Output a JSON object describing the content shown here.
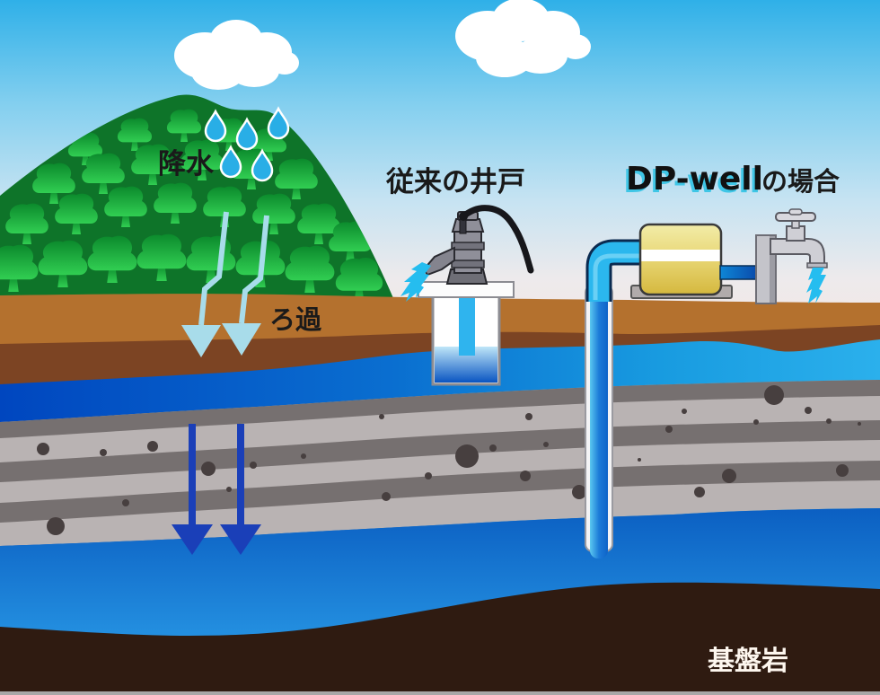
{
  "labels": {
    "rainfall": "降水",
    "filtration": "ろ過",
    "conventional_well": "従来の井戸",
    "dp_well": "DP-well",
    "dp_well_suffix": "の場合",
    "bedrock": "基盤岩"
  },
  "colors": {
    "sky_top": "#2FB0E8",
    "cloud": "#FFFFFF",
    "mountain_green": "#0E7429",
    "tree_green_dark": "#0B8A2C",
    "tree_green_light": "#31CE52",
    "rain_drop": "#29AEE6",
    "filtration_arrow": "#A8DCEA",
    "recharge_arrow": "#1A3FB8",
    "soil_light_brown": "#B4712E",
    "soil_dark_brown": "#7C4423",
    "shallow_aquifer_left": "#0046BF",
    "shallow_aquifer_right": "#2BB0EC",
    "gravel_light": "#B9B3B3",
    "gravel_dark": "#767070",
    "pebble": "#473F3F",
    "deep_aquifer_top": "#0B5FC2",
    "deep_aquifer_bottom": "#2FA6EE",
    "bedrock": "#2F1B11",
    "water_cyan": "#25BDEF",
    "pump_gray": "#8F8F99",
    "pipe_cyan": "#2BB7EE",
    "tank_yellow": "#E3CC58",
    "dp_well_shadow": "#3FC6E6",
    "label_black": "#1A1A1A",
    "bedrock_label": "#FDF6EE"
  }
}
